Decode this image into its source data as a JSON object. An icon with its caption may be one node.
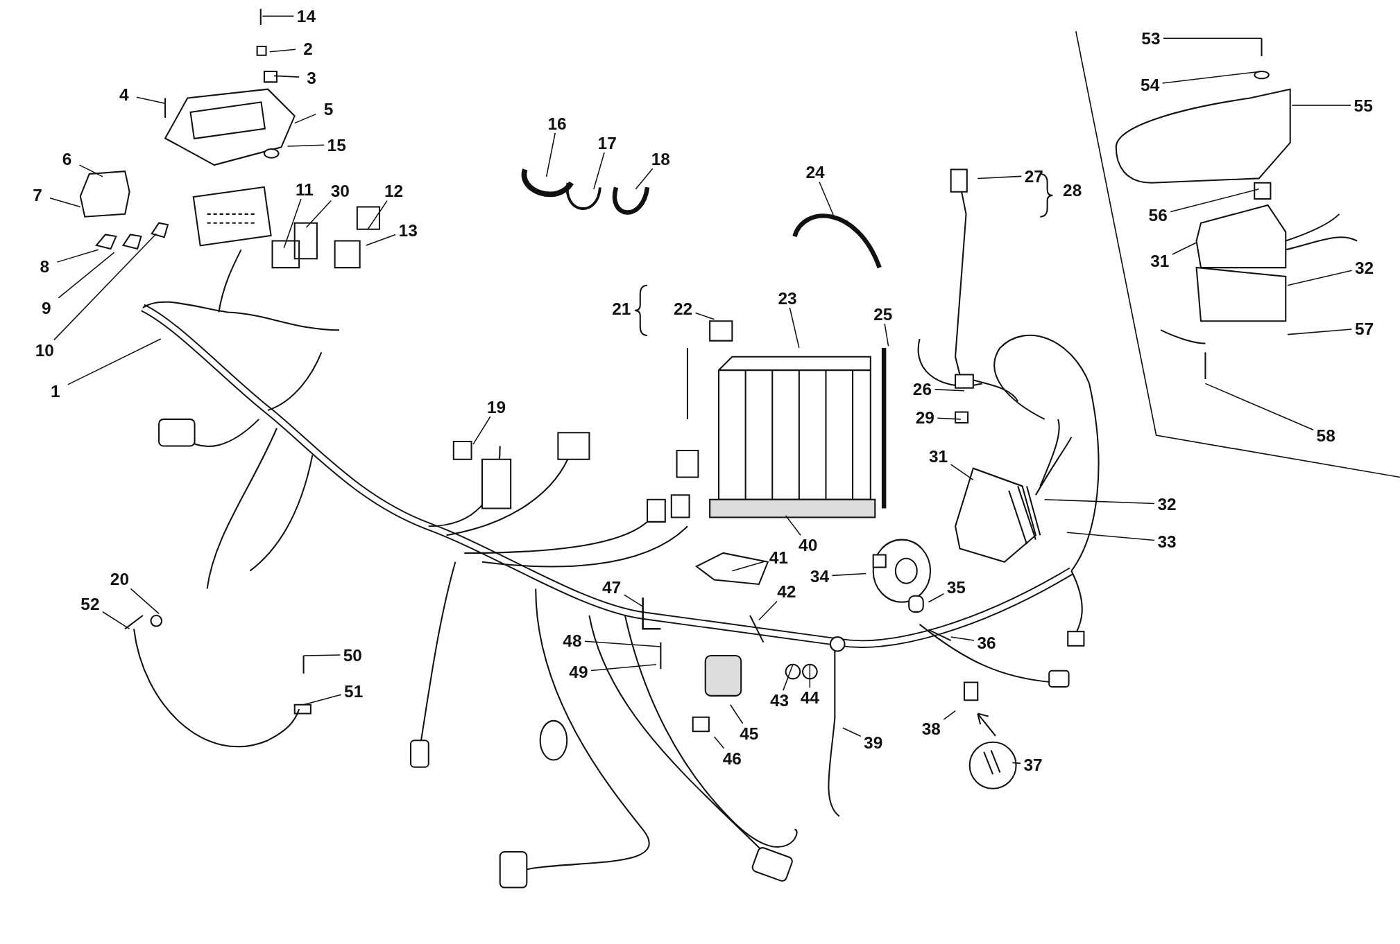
{
  "diagram": {
    "nodes": [
      {
        "text": [
          "14"
        ]
      },
      {
        "text": [
          "53"
        ]
      },
      {
        "text": [
          "2"
        ]
      },
      {
        "text": [
          "3"
        ]
      },
      {
        "text": [
          "54"
        ]
      },
      {
        "text": [
          "4"
        ]
      },
      {
        "text": [
          "5"
        ]
      },
      {
        "text": [
          "55"
        ]
      },
      {
        "text": [
          "16"
        ]
      },
      {
        "text": [
          "15"
        ]
      },
      {
        "text": [
          "6"
        ]
      },
      {
        "text": [
          "17"
        ]
      },
      {
        "text": [
          "18"
        ]
      },
      {
        "text": [
          "24"
        ]
      },
      {
        "text": [
          "27"
        ]
      },
      {
        "text": [
          "11"
        ]
      },
      {
        "text": [
          "30"
        ]
      },
      {
        "text": [
          "12"
        ]
      },
      {
        "text": [
          "7"
        ]
      },
      {
        "text": [
          "56"
        ]
      },
      {
        "text": [
          "22"
        ]
      },
      {
        "text": [
          "13"
        ]
      },
      {
        "text": [
          "31"
        ]
      },
      {
        "text": [
          "8"
        ]
      },
      {
        "text": [
          "32"
        ]
      },
      {
        "text": [
          "23"
        ]
      },
      {
        "text": [
          "9"
        ]
      },
      {
        "text": [
          "25"
        ]
      },
      {
        "text": [
          "57"
        ]
      },
      {
        "text": [
          "10"
        ]
      },
      {
        "text": [
          "1"
        ]
      },
      {
        "text": [
          "26"
        ]
      },
      {
        "text": [
          "19"
        ]
      },
      {
        "text": [
          "29"
        ]
      },
      {
        "text": [
          "58"
        ]
      },
      {
        "text": [
          "31"
        ]
      },
      {
        "text": [
          "32"
        ]
      },
      {
        "text": [
          "33"
        ]
      },
      {
        "text": [
          "40"
        ]
      },
      {
        "text": [
          "41"
        ]
      },
      {
        "text": [
          "34"
        ]
      },
      {
        "text": [
          "47"
        ]
      },
      {
        "text": [
          "35"
        ]
      },
      {
        "text": [
          "42"
        ]
      },
      {
        "text": [
          "20"
        ]
      },
      {
        "text": [
          "52"
        ]
      },
      {
        "text": [
          "48"
        ]
      },
      {
        "text": [
          "36"
        ]
      },
      {
        "text": [
          "50"
        ]
      },
      {
        "text": [
          "49"
        ]
      },
      {
        "text": [
          "51"
        ]
      },
      {
        "text": [
          "44"
        ]
      },
      {
        "text": [
          "43"
        ]
      },
      {
        "text": [
          "38"
        ]
      },
      {
        "text": [
          "45"
        ]
      },
      {
        "text": [
          "46"
        ]
      },
      {
        "text": [
          "39"
        ]
      },
      {
        "text": [
          "37"
        ]
      }
    ],
    "edges": [
      {
        "from": 0,
        "to": null,
        "arrow": "none"
      },
      {
        "from": 1,
        "to": null,
        "arrow": "none"
      },
      {
        "from": 2,
        "to": null,
        "arrow": "none"
      },
      {
        "from": 3,
        "to": null,
        "arrow": "none"
      },
      {
        "from": 4,
        "to": null,
        "arrow": "none"
      },
      {
        "from": 5,
        "to": null,
        "arrow": "none"
      },
      {
        "from": 6,
        "to": null,
        "arrow": "none"
      },
      {
        "from": 7,
        "to": null,
        "arrow": "none"
      },
      {
        "from": 8,
        "to": null,
        "arrow": "none"
      },
      {
        "from": 9,
        "to": null,
        "arrow": "none"
      },
      {
        "from": 10,
        "to": null,
        "arrow": "none"
      },
      {
        "from": 11,
        "to": null,
        "arrow": "none"
      },
      {
        "from": 12,
        "to": null,
        "arrow": "none"
      },
      {
        "from": 13,
        "to": null,
        "arrow": "none"
      },
      {
        "from": 14,
        "to": null,
        "arrow": "none"
      },
      {
        "from": 15,
        "to": null,
        "arrow": "none"
      },
      {
        "from": 16,
        "to": null,
        "arrow": "none"
      },
      {
        "from": 17,
        "to": null,
        "arrow": "none"
      },
      {
        "from": 18,
        "to": null,
        "arrow": "none"
      },
      {
        "from": 19,
        "to": null,
        "arrow": "none"
      },
      {
        "from": 20,
        "to": null,
        "arrow": "none"
      },
      {
        "from": 21,
        "to": null,
        "arrow": "none"
      },
      {
        "from": 22,
        "to": null,
        "arrow": "none"
      },
      {
        "from": 23,
        "to": null,
        "arrow": "none"
      },
      {
        "from": 24,
        "to": null,
        "arrow": "none"
      },
      {
        "from": 25,
        "to": null,
        "arrow": "none"
      },
      {
        "from": 26,
        "to": null,
        "arrow": "none"
      },
      {
        "from": 27,
        "to": null,
        "arrow": "none"
      },
      {
        "from": 28,
        "to": null,
        "arrow": "none"
      },
      {
        "from": 29,
        "to": null,
        "arrow": "none"
      },
      {
        "from": 30,
        "to": null,
        "arrow": "none"
      },
      {
        "from": 31,
        "to": null,
        "arrow": "none"
      },
      {
        "from": 32,
        "to": null,
        "arrow": "none"
      },
      {
        "from": 33,
        "to": null,
        "arrow": "none"
      },
      {
        "from": 34,
        "to": null,
        "arrow": "none"
      },
      {
        "from": 35,
        "to": null,
        "arrow": "none"
      },
      {
        "from": 36,
        "to": null,
        "arrow": "none"
      },
      {
        "from": 37,
        "to": null,
        "arrow": "none"
      },
      {
        "from": 38,
        "to": null,
        "arrow": "none"
      },
      {
        "from": 39,
        "to": null,
        "arrow": "none"
      },
      {
        "from": 40,
        "to": null,
        "arrow": "none"
      },
      {
        "from": 41,
        "to": null,
        "arrow": "none"
      },
      {
        "from": 42,
        "to": null,
        "arrow": "none"
      },
      {
        "from": 43,
        "to": null,
        "arrow": "none"
      },
      {
        "from": 44,
        "to": null,
        "arrow": "none"
      },
      {
        "from": 45,
        "to": null,
        "arrow": "none"
      },
      {
        "from": 46,
        "to": null,
        "arrow": "none"
      },
      {
        "from": 47,
        "to": null,
        "arrow": "none"
      },
      {
        "from": 48,
        "to": null,
        "arrow": "none"
      },
      {
        "from": 49,
        "to": null,
        "arrow": "none"
      },
      {
        "from": 50,
        "to": null,
        "arrow": "none"
      },
      {
        "from": 51,
        "to": null,
        "arrow": "none"
      },
      {
        "from": 52,
        "to": null,
        "arrow": "none"
      },
      {
        "from": 53,
        "to": null,
        "arrow": "none"
      },
      {
        "from": 54,
        "to": null,
        "arrow": "none"
      },
      {
        "from": 55,
        "to": null,
        "arrow": "none"
      },
      {
        "from": 56,
        "to": null,
        "arrow": "none"
      },
      {
        "from": 57,
        "to": null,
        "arrow": "none"
      }
    ],
    "labels": [
      "21",
      "28"
    ]
  }
}
